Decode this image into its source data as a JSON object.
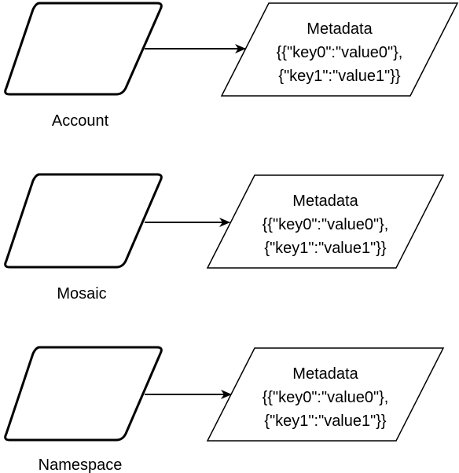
{
  "diagram": {
    "rows": [
      {
        "entity_label": "Account",
        "metadata": {
          "title": "Metadata",
          "line1": "{{\"key0\":\"value0\"},",
          "line2": "{\"key1\":\"value1\"}}"
        }
      },
      {
        "entity_label": "Mosaic",
        "metadata": {
          "title": "Metadata",
          "line1": "{{\"key0\":\"value0\"},",
          "line2": "{\"key1\":\"value1\"}}"
        }
      },
      {
        "entity_label": "Namespace",
        "metadata": {
          "title": "Metadata",
          "line1": "{{\"key0\":\"value0\"},",
          "line2": "{\"key1\":\"value1\"}}"
        }
      }
    ]
  }
}
